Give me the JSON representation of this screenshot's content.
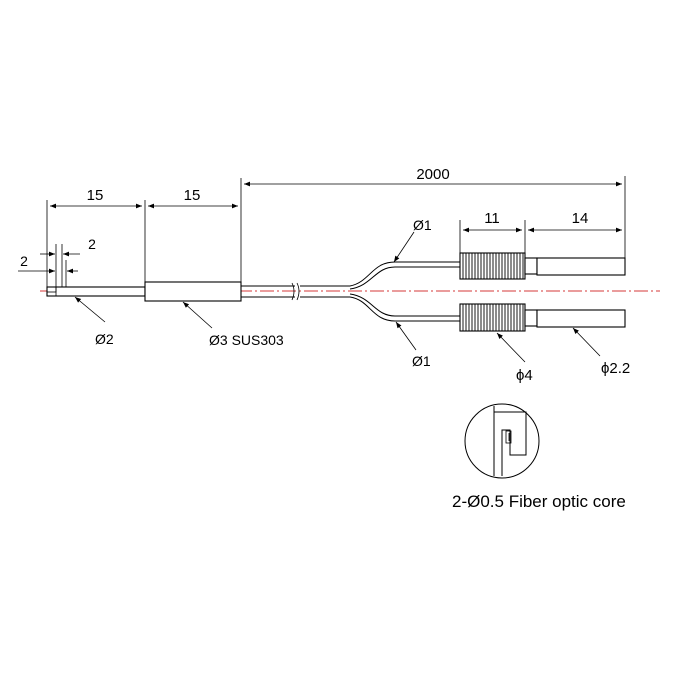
{
  "dimensions": {
    "tip_length": "15",
    "sleeve_length": "15",
    "cable_length": "2000",
    "tip_gap_left": "2",
    "tip_gap_right": "2",
    "branch_dia_top": "Ø1",
    "branch_dia_bottom": "Ø1",
    "connector_length": "11",
    "cable_end_length": "14",
    "tip_dia": "Ø2",
    "sleeve_spec": "Ø3 SUS303",
    "connector_dia": "ϕ4",
    "cable_dia": "ϕ2.2"
  },
  "caption": "2-Ø0.5  Fiber optic core",
  "colors": {
    "line": "#000000",
    "centerline": "#d43a3a"
  }
}
